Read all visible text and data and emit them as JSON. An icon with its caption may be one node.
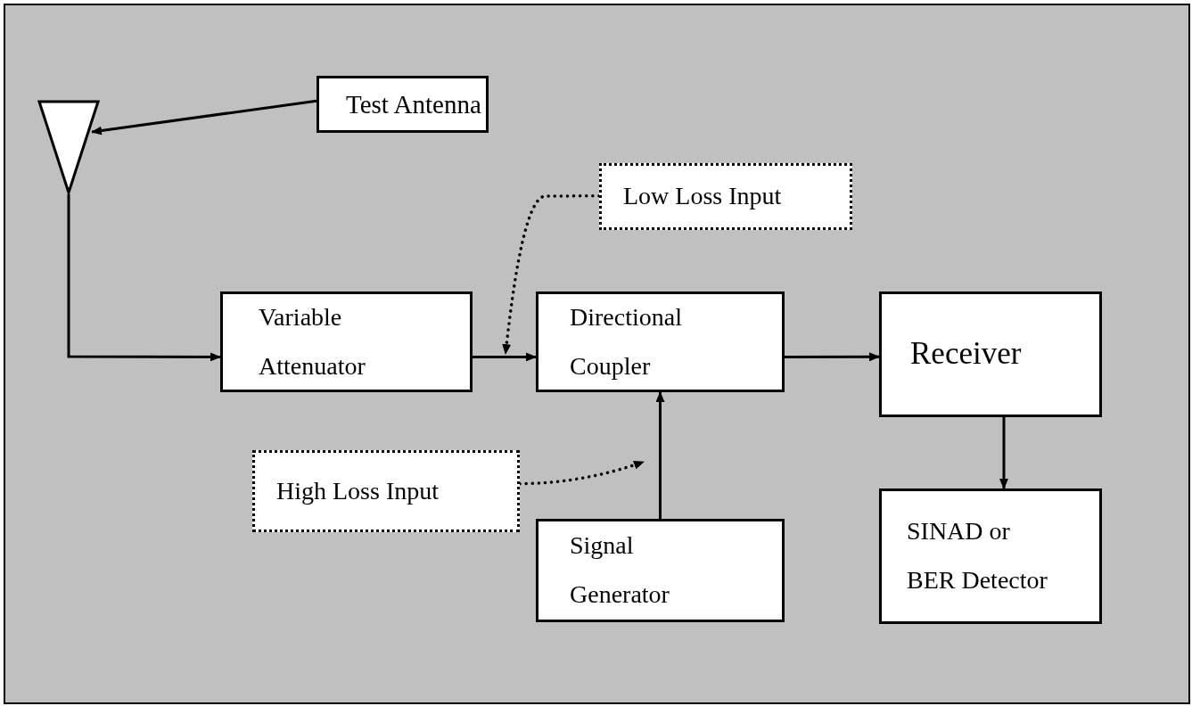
{
  "diagram": {
    "nodes": [
      {
        "text": [
          "Test Antenna"
        ]
      },
      {
        "text": [],
        "shape": "triangle"
      },
      {
        "text": [
          "Low Loss Input"
        ]
      },
      {
        "text": [
          "Variable Attenuator"
        ]
      },
      {
        "text": [
          "Directional Coupler"
        ]
      },
      {
        "text": [
          "Receiver"
        ]
      },
      {
        "text": [
          "High Loss Input"
        ]
      },
      {
        "text": [
          "Signal Generator"
        ]
      },
      {
        "text": [
          "SINAD or BER Detector"
        ]
      }
    ],
    "edges": [
      {
        "from": 0,
        "to": 1,
        "arrow": "to"
      },
      {
        "from": 1,
        "to": 3,
        "arrow": "to"
      },
      {
        "from": 2,
        "to": 4,
        "arrow": "to",
        "style": "dashed"
      },
      {
        "from": 3,
        "to": 4,
        "arrow": "to"
      },
      {
        "from": 4,
        "to": 5,
        "arrow": "to"
      },
      {
        "from": 5,
        "to": 8,
        "arrow": "to"
      },
      {
        "from": 6,
        "to": null,
        "arrow": "to",
        "style": "dashed"
      },
      {
        "from": 7,
        "to": 4,
        "arrow": "to"
      }
    ]
  }
}
